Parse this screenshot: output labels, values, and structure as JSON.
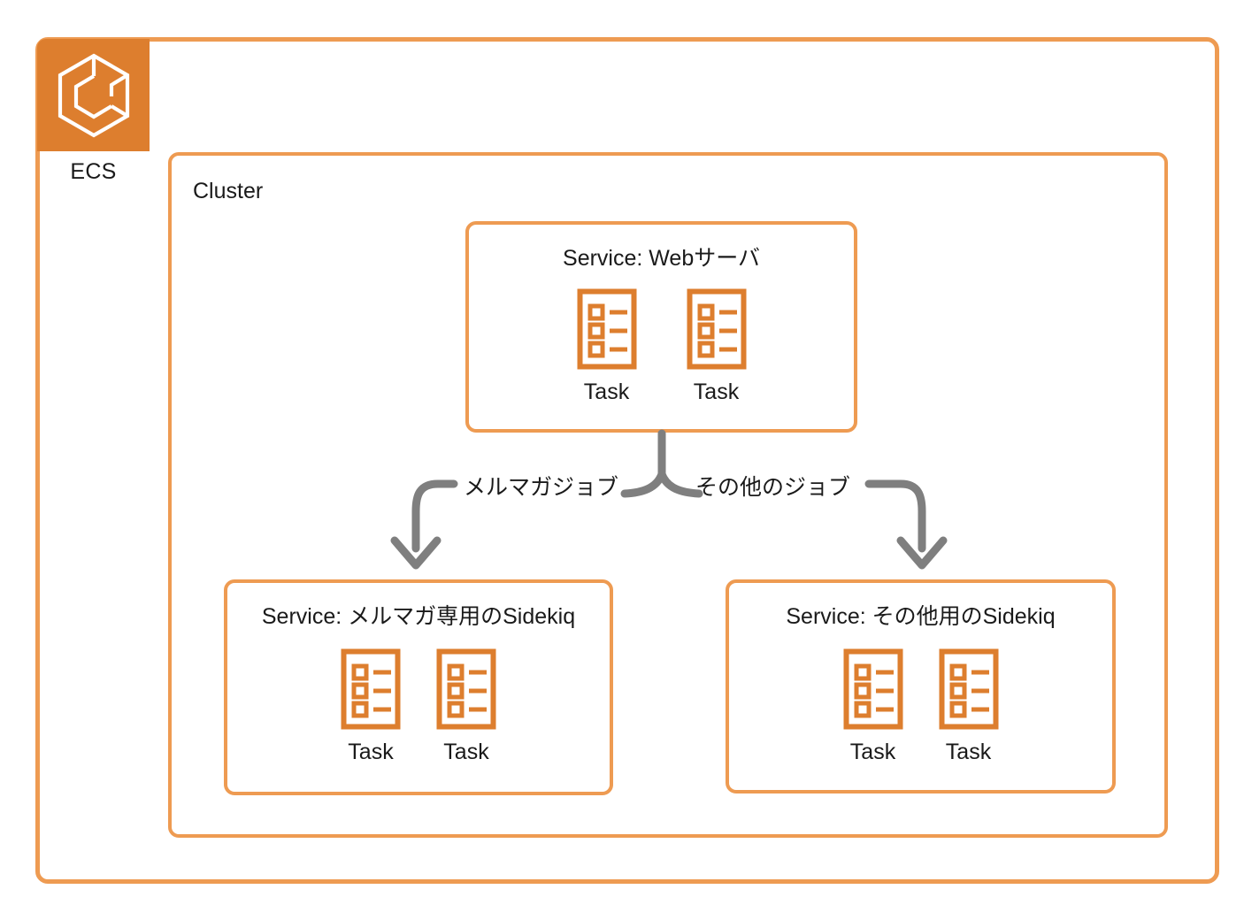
{
  "diagram": {
    "type": "architecture-diagram",
    "provider_label": "ECS",
    "provider_icon": "aws-ecs-icon",
    "colors": {
      "border_orange": "#EE9B52",
      "icon_orange": "#DD7E2E",
      "arrow_gray": "#7F7F7F",
      "text": "#1a1a1a",
      "background": "#FFFFFF"
    },
    "cluster": {
      "label": "Cluster",
      "services": [
        {
          "id": "web",
          "title": "Service: Webサーバ",
          "tasks": [
            {
              "label": "Task",
              "icon": "task-list-icon"
            },
            {
              "label": "Task",
              "icon": "task-list-icon"
            }
          ]
        },
        {
          "id": "mailmag-sidekiq",
          "title": "Service: メルマガ専用のSidekiq",
          "tasks": [
            {
              "label": "Task",
              "icon": "task-list-icon"
            },
            {
              "label": "Task",
              "icon": "task-list-icon"
            }
          ]
        },
        {
          "id": "other-sidekiq",
          "title": "Service: その他用のSidekiq",
          "tasks": [
            {
              "label": "Task",
              "icon": "task-list-icon"
            },
            {
              "label": "Task",
              "icon": "task-list-icon"
            }
          ]
        }
      ]
    },
    "connections": [
      {
        "id": "to-mailmag",
        "label": "メルマガジョブ",
        "from": "web",
        "to": "mailmag-sidekiq",
        "color": "#7F7F7F"
      },
      {
        "id": "to-other",
        "label": "その他のジョブ",
        "from": "web",
        "to": "other-sidekiq",
        "color": "#7F7F7F"
      }
    ]
  }
}
